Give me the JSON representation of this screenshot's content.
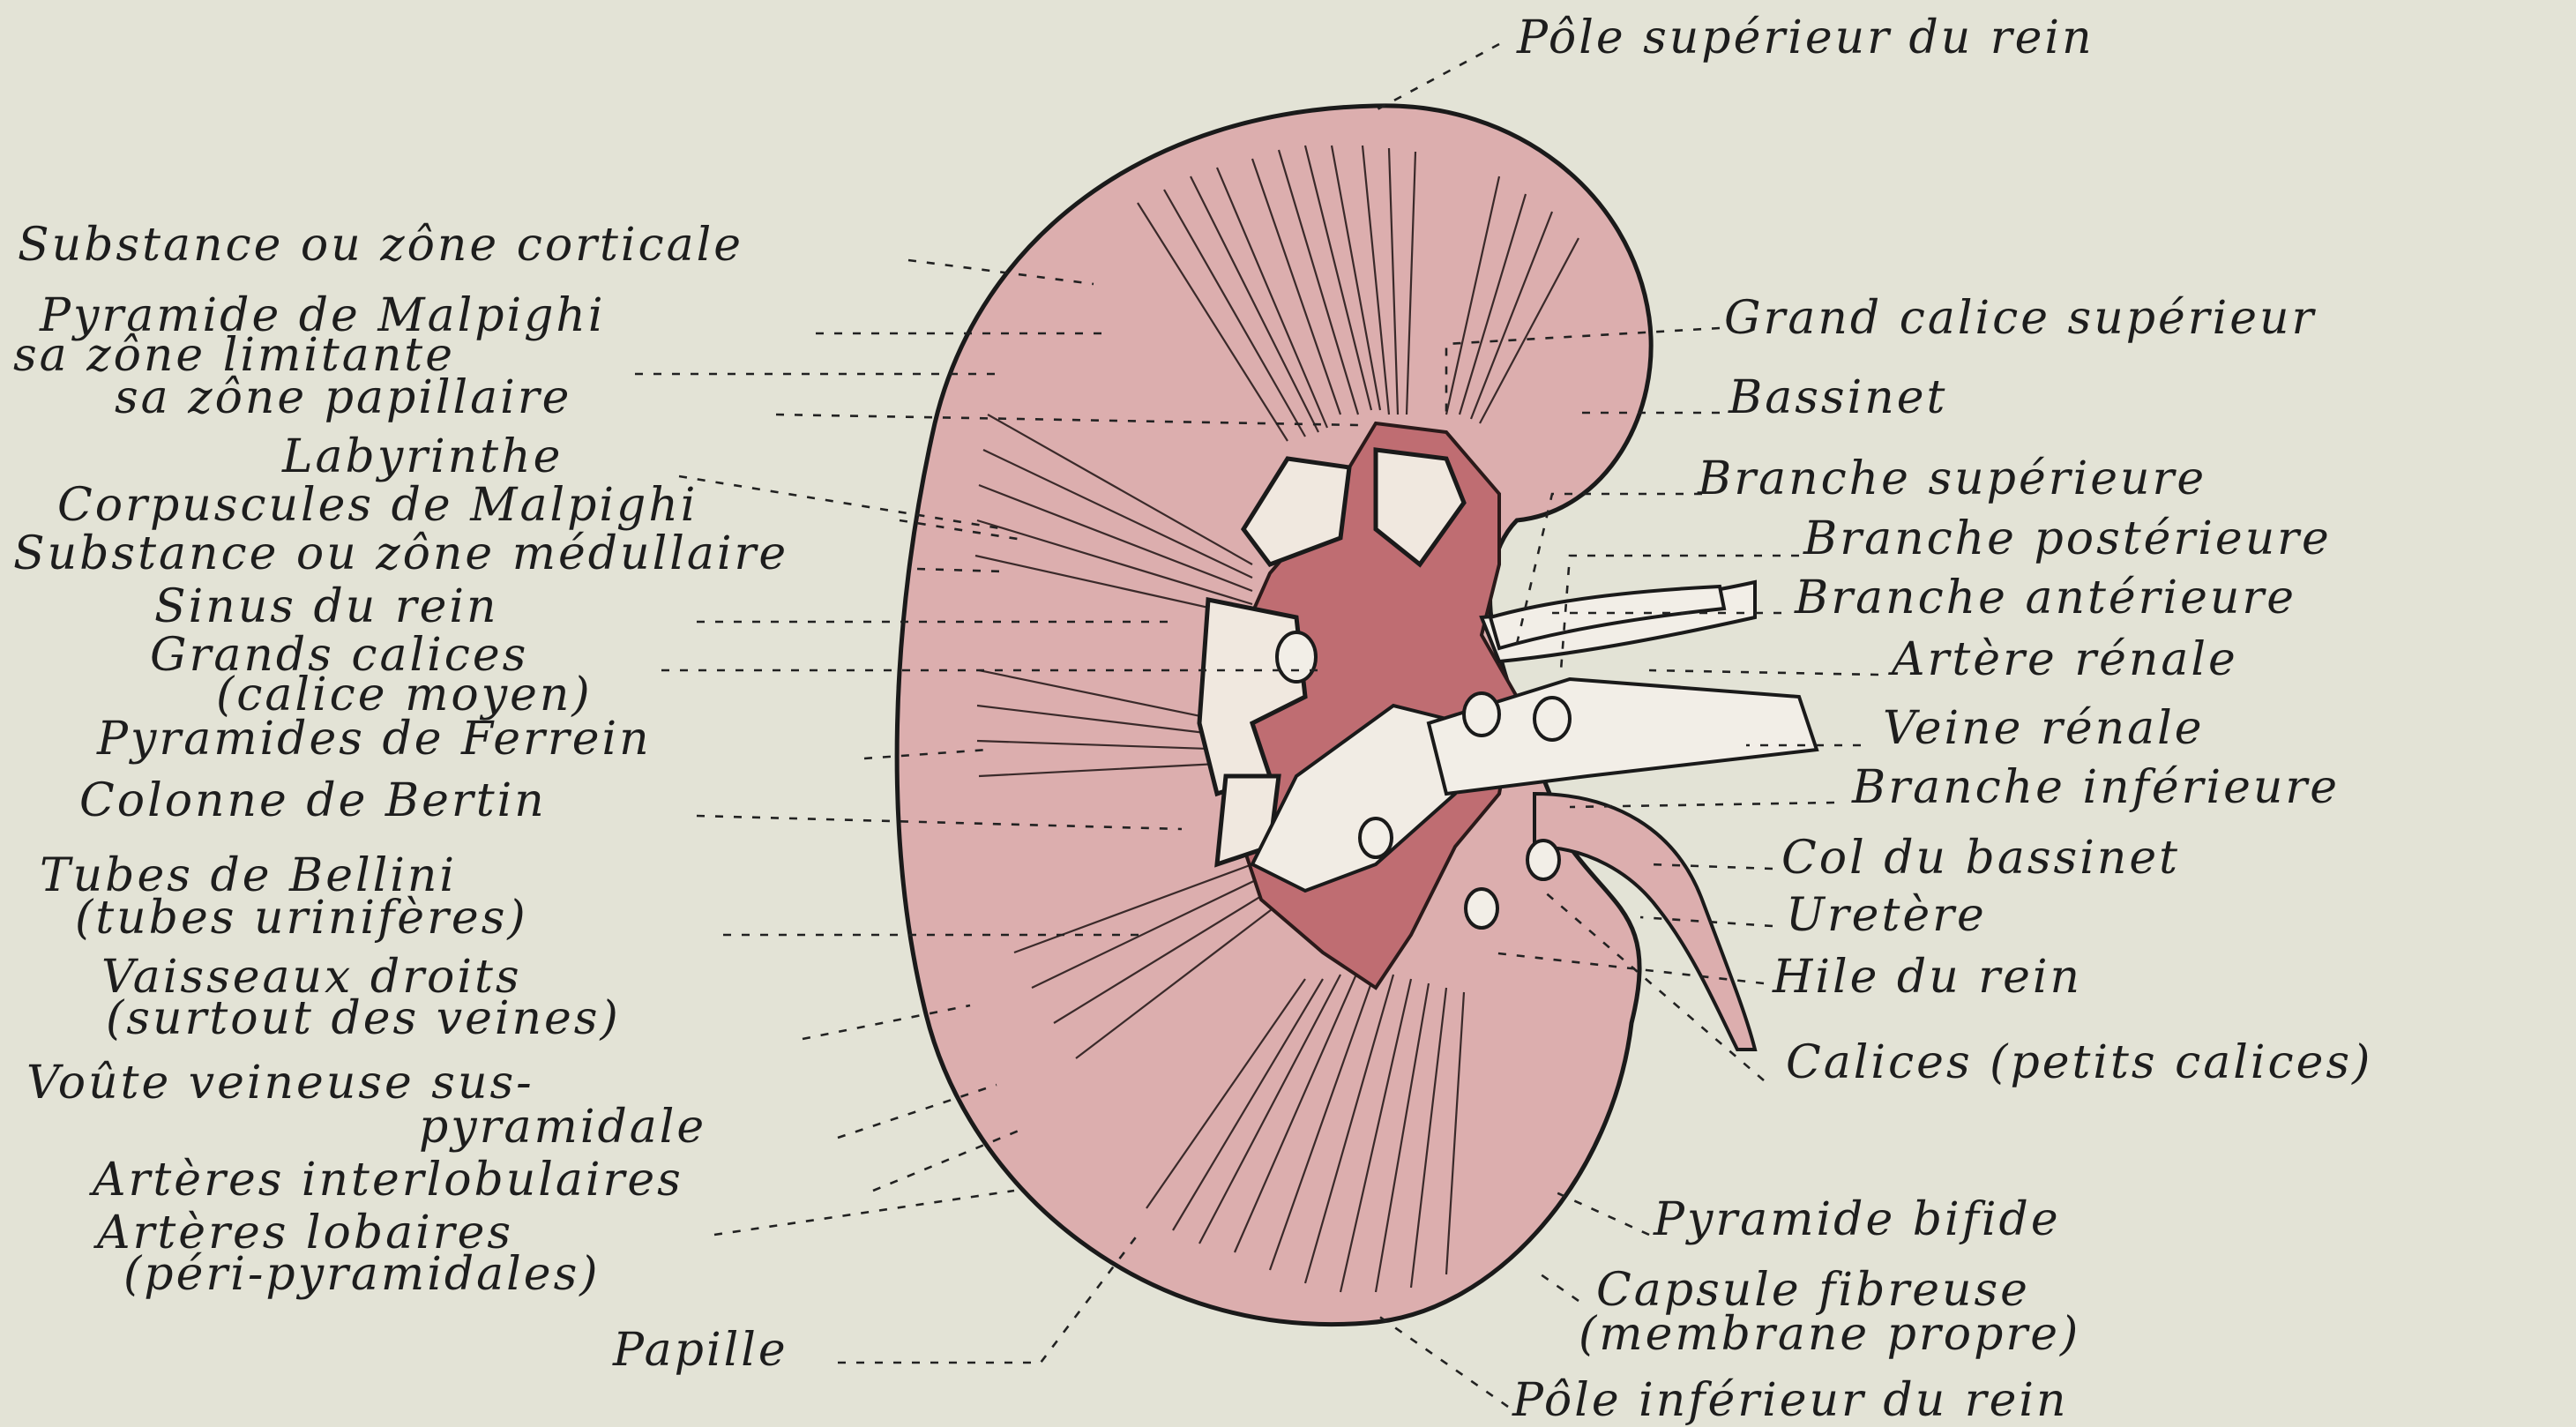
{
  "labels": {
    "pole_superieur": "Pôle supérieur du rein",
    "substance_corticale": "Substance ou zône corticale",
    "pyramide_malpighi": "Pyramide de Malpighi",
    "zone_limitante": "sa zône limitante",
    "zone_papillaire": "sa zône papillaire",
    "labyrinthe": "Labyrinthe",
    "corpuscules": "Corpuscules de Malpighi",
    "substance_medullaire": "Substance ou zône médullaire",
    "sinus": "Sinus du rein",
    "grands_calices": "Grands calices",
    "calice_moyen": "(calice moyen)",
    "pyramides_ferrein": "Pyramides de Ferrein",
    "colonne_bertin": "Colonne de Bertin",
    "tubes_bellini": "Tubes de Bellini",
    "tubes_uriniferes": "(tubes urinifères)",
    "vaisseaux_droits": "Vaisseaux droits",
    "surtout_veines": "(surtout des veines)",
    "voute_1": "Voûte veineuse sus-",
    "voute_2": "pyramidale",
    "arteres_interlobulaires": "Artères interlobulaires",
    "arteres_lobaires": "Artères lobaires",
    "peri_pyramidales": "(péri-pyramidales)",
    "papille": "Papille",
    "grand_calice_superieur": "Grand calice supérieur",
    "bassinet": "Bassinet",
    "branche_superieure": "Branche supérieure",
    "branche_posterieure": "Branche postérieure",
    "branche_anterieure": "Branche antérieure",
    "artere_renale": "Artère rénale",
    "veine_renale": "Veine rénale",
    "branche_inferieure": "Branche inférieure",
    "col_bassinet": "Col du bassinet",
    "uretere": "Uretère",
    "hile": "Hile du rein",
    "calices_petits": "Calices (petits calices)",
    "pyramide_bifide": "Pyramide bifide",
    "capsule": "Capsule fibreuse",
    "membrane": "(membrane propre)",
    "pole_inferieur": "Pôle inférieur du rein"
  },
  "colors": {
    "background": "#e3e3d6",
    "cortex": "#dcaeae",
    "sinus": "#bf6d72",
    "ink": "#1d1d1d"
  }
}
